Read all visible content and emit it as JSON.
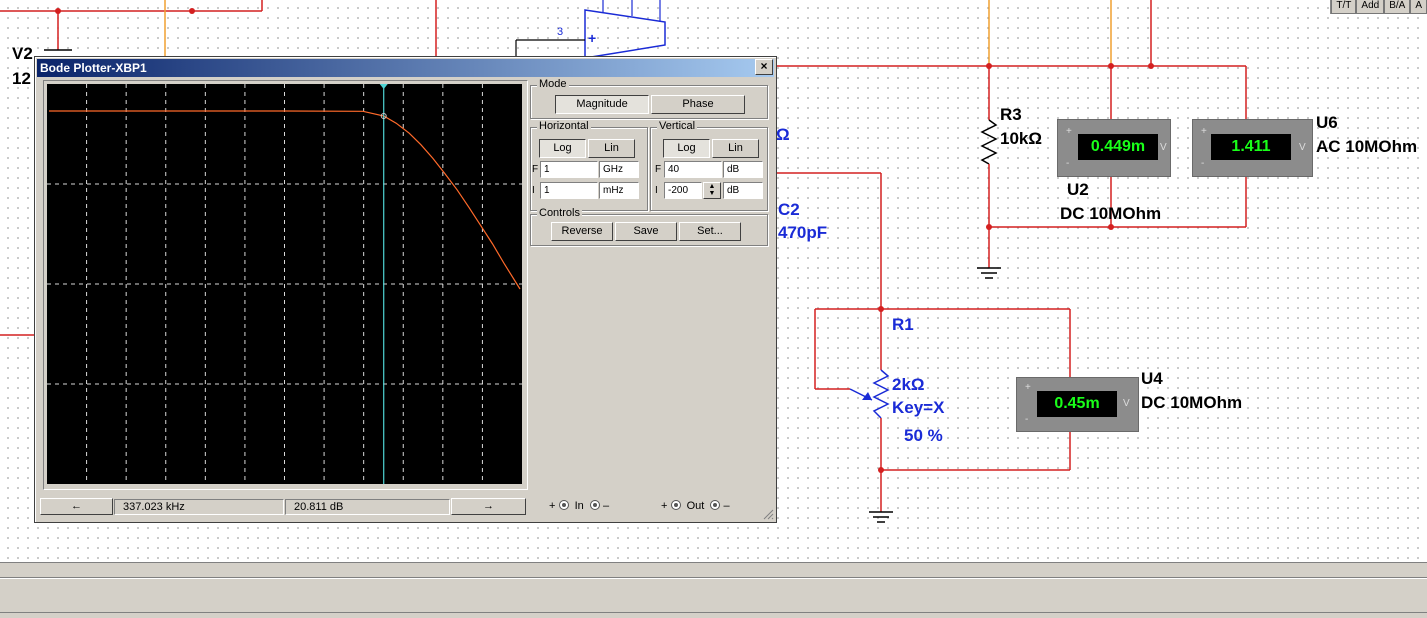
{
  "window": {
    "title": "Bode Plotter-XBP1",
    "close_label": "×"
  },
  "mode": {
    "label": "Mode",
    "magnitude_label": "Magnitude",
    "phase_label": "Phase"
  },
  "horizontal": {
    "label": "Horizontal",
    "log_label": "Log",
    "lin_label": "Lin",
    "f_label": "F",
    "f_value": "1",
    "f_unit": "GHz",
    "i_label": "I",
    "i_value": "1",
    "i_unit": "mHz"
  },
  "vertical": {
    "label": "Vertical",
    "log_label": "Log",
    "lin_label": "Lin",
    "f_label": "F",
    "f_value": "40",
    "f_unit": "dB",
    "i_label": "I",
    "i_value": "-200",
    "i_unit": "dB"
  },
  "controls": {
    "label": "Controls",
    "reverse_label": "Reverse",
    "save_label": "Save",
    "set_label": "Set..."
  },
  "cursor": {
    "left_arrow": "←",
    "right_arrow": "→",
    "frequency": "337.023 kHz",
    "gain": "20.811 dB"
  },
  "terminals": {
    "in_label": "In",
    "out_label": "Out",
    "plus": "+",
    "minus": "–"
  },
  "plot": {
    "background": "#000000",
    "grid_color": "#ffffff",
    "trace_color": "#ff6a2a",
    "cursor_color": "#4fd4d4"
  },
  "chart_data": {
    "type": "line",
    "title": "",
    "xlabel": "",
    "ylabel": "",
    "x_scale": "log",
    "xlim_hz": [
      0.001,
      1000000000
    ],
    "ylim_db": [
      -200,
      40
    ],
    "grid": true,
    "series": [
      {
        "x_hz": [
          0.001,
          1,
          1000,
          100000,
          337023,
          700000,
          1500000,
          3000000,
          6000000,
          12000000,
          25000000,
          50000000,
          100000000,
          200000000,
          400000000,
          1000000000
        ],
        "y_db": [
          23.8,
          23.8,
          23.8,
          23.6,
          20.811,
          16.5,
          10.5,
          3.5,
          -4.5,
          -13.5,
          -23.5,
          -34,
          -45,
          -56,
          -68,
          -83
        ]
      }
    ],
    "cursor_x_hz": 337023
  },
  "schematic": {
    "v2_label": "V2",
    "v2_value": "12",
    "u1_pin": "3",
    "u1_plus": "+",
    "r3_name": "R3",
    "r3_value": "10kΩ",
    "c2_name": "C2",
    "c2_value": "470pF",
    "omega_fragment": "Ω",
    "r1_name": "R1",
    "r1_value": "2kΩ",
    "r1_key": "Key=X",
    "r1_percent": "50 %",
    "u2_name": "U2",
    "u2_mode": "DC  10MOhm",
    "u2_reading": "0.449m",
    "u6_name": "U6",
    "u6_mode": "AC  10MOhm",
    "u6_reading": "1.411",
    "u4_name": "U4",
    "u4_mode": "DC  10MOhm",
    "u4_reading": "0.45m",
    "meter_plus": "+",
    "meter_minus": "-",
    "meter_v": "V"
  },
  "toolbar_fragment": {
    "b1": "T/T",
    "b2": "Add",
    "b3": "B/A",
    "b4": "A"
  }
}
